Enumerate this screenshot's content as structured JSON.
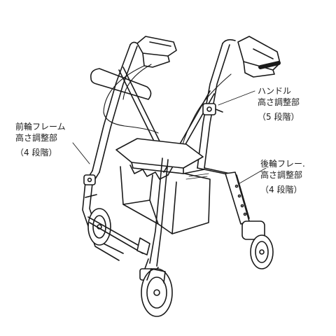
{
  "annotations": {
    "handle": {
      "line1": "ハンドル",
      "line2": "高さ調整部",
      "steps": "（5 段階）"
    },
    "front_frame": {
      "line1": "前輪フレーム",
      "line2": "高さ調整部",
      "steps": "（4 段階）"
    },
    "rear_frame": {
      "line1": "後輪フレー.",
      "line2": "高さ調整部",
      "steps": "（4 段階）"
    }
  }
}
